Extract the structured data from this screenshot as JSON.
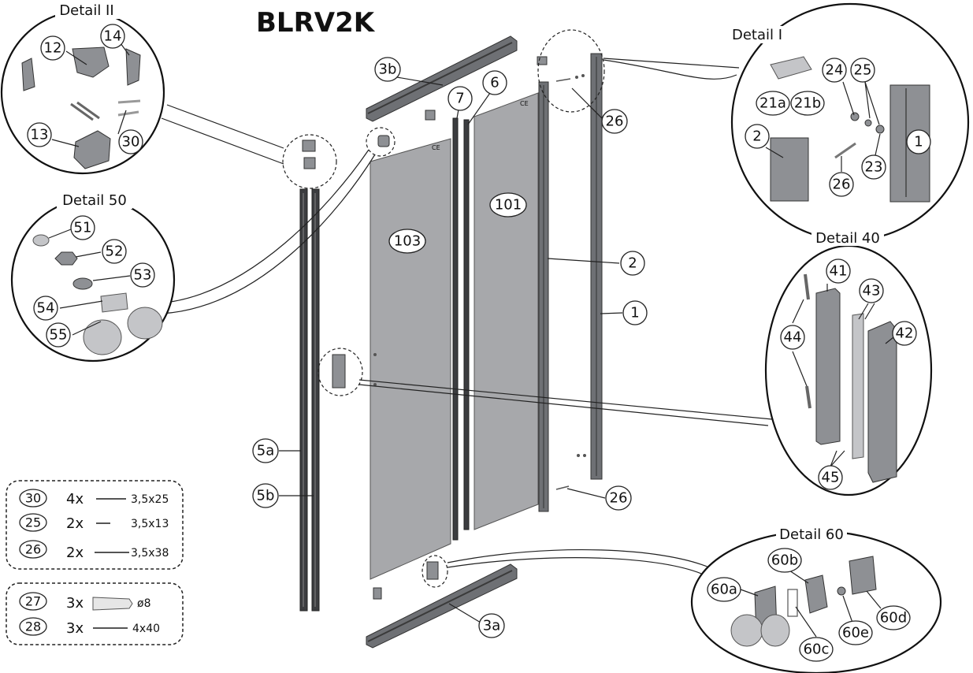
{
  "title": "BLRV2K",
  "details": {
    "d2": "Detail II",
    "d50": "Detail 50",
    "d1": "Detail I",
    "d40": "Detail 40",
    "d60": "Detail 60"
  },
  "labels": {
    "l12": "12",
    "l14": "14",
    "l13": "13",
    "l30": "30",
    "l51": "51",
    "l52": "52",
    "l53": "53",
    "l54": "54",
    "l55": "55",
    "l3b": "3b",
    "l7": "7",
    "l6": "6",
    "l26a": "26",
    "l26b": "26",
    "l101": "101",
    "l103": "103",
    "l2": "2",
    "l1": "1",
    "l5a": "5a",
    "l5b": "5b",
    "l3a": "3a",
    "l24": "24",
    "l25": "25",
    "l21a": "21a",
    "l21b": "21b",
    "l2d": "2",
    "l1d": "1",
    "l23": "23",
    "l26d": "26",
    "l41": "41",
    "l43": "43",
    "l44": "44",
    "l42": "42",
    "l45": "45",
    "l60a": "60a",
    "l60b": "60b",
    "l60c": "60c",
    "l60d": "60d",
    "l60e": "60e"
  },
  "hardware_box_1": [
    {
      "id": "30",
      "qty": "4x",
      "spec": "3,5x25"
    },
    {
      "id": "25",
      "qty": "2x",
      "spec": "3,5x13"
    },
    {
      "id": "26",
      "qty": "2x",
      "spec": "3,5x38"
    }
  ],
  "hardware_box_2": [
    {
      "id": "27",
      "qty": "3x",
      "spec": "ø8"
    },
    {
      "id": "28",
      "qty": "3x",
      "spec": "4x40"
    }
  ],
  "panel_marks": {
    "ce": "CE"
  }
}
